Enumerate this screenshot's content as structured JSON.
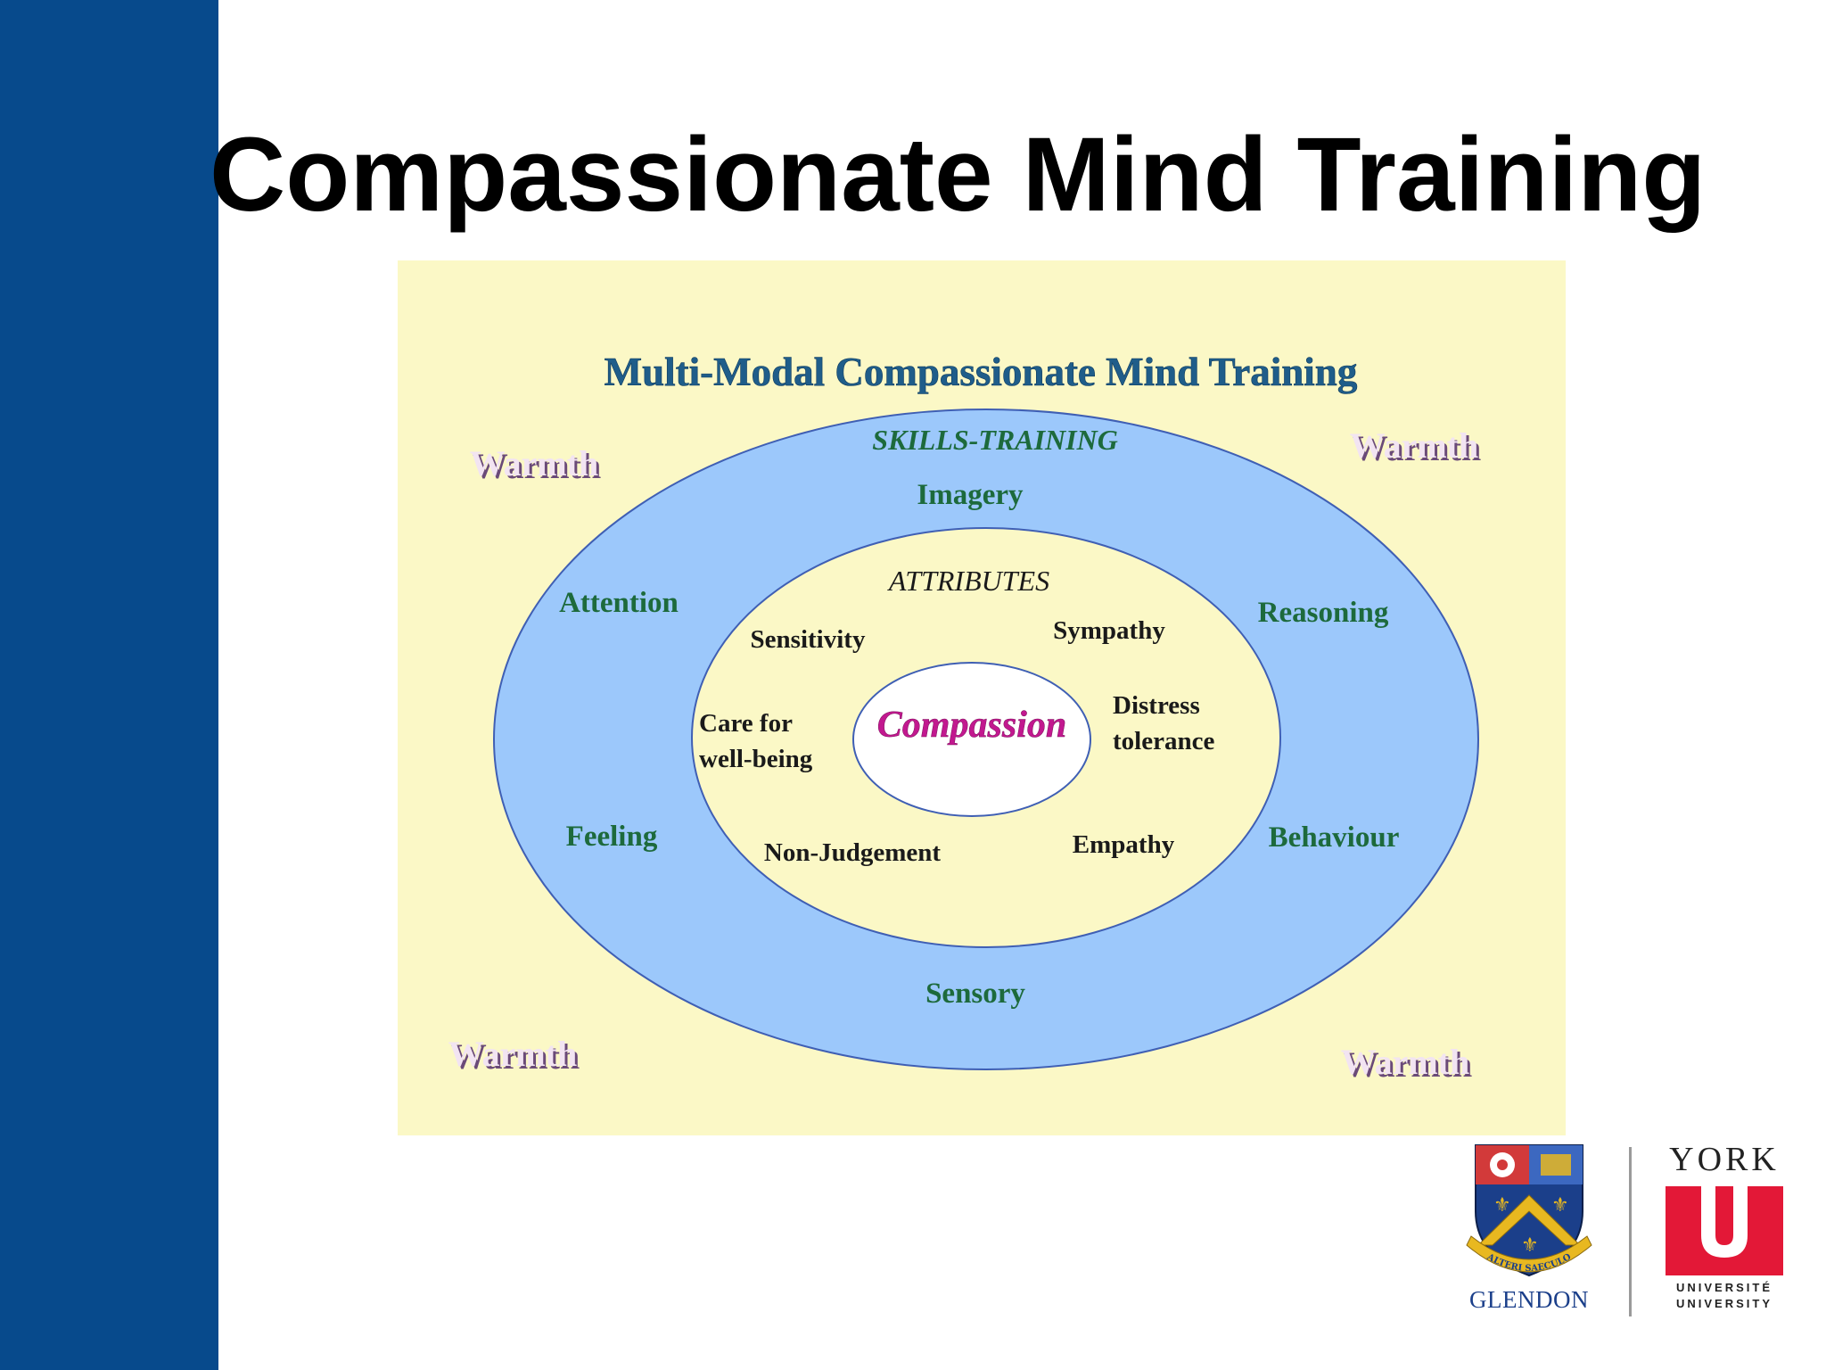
{
  "slide": {
    "title": "Compassionate Mind Training"
  },
  "diagram": {
    "title": "Multi-Modal Compassionate Mind Training",
    "outer_ring_heading": "SKILLS-TRAINING",
    "skills": {
      "top": "Imagery",
      "upper_left": "Attention",
      "upper_right": "Reasoning",
      "lower_left": "Feeling",
      "lower_right": "Behaviour",
      "bottom": "Sensory"
    },
    "inner_ring_heading": "ATTRIBUTES",
    "attributes": {
      "upper_left": "Sensitivity",
      "upper_right": "Sympathy",
      "left_line1": "Care for",
      "left_line2": "well-being",
      "right_line1": "Distress",
      "right_line2": "tolerance",
      "lower_left": "Non-Judgement",
      "lower_right": "Empathy"
    },
    "center": "Compassion",
    "corners": {
      "top_left": "Warmth",
      "top_right": "Warmth",
      "bottom_left": "Warmth",
      "bottom_right": "Warmth"
    },
    "colors": {
      "background": "#fbf8c6",
      "outer_ring": "#9cc8fb",
      "ring_stroke": "#3f5fb4",
      "title_text": "#1f5d8a",
      "skills_text": "#1d6a3c",
      "attribute_text": "#1a1a1a",
      "center_text": "#c2188f",
      "warmth_text": "#f2e4f2",
      "warmth_shadow": "#6a4a78"
    }
  },
  "logos": {
    "glendon": "GLENDON",
    "crest_motto": "ALTERI SAECULO",
    "york": "YORK",
    "york_letter": "U",
    "universite": "UNIVERSITÉ",
    "university": "UNIVERSITY",
    "colors": {
      "sidebar": "#074a8c",
      "york_red": "#e31837",
      "glendon_blue": "#1b3f8a",
      "crest_gold": "#e8b820"
    }
  }
}
